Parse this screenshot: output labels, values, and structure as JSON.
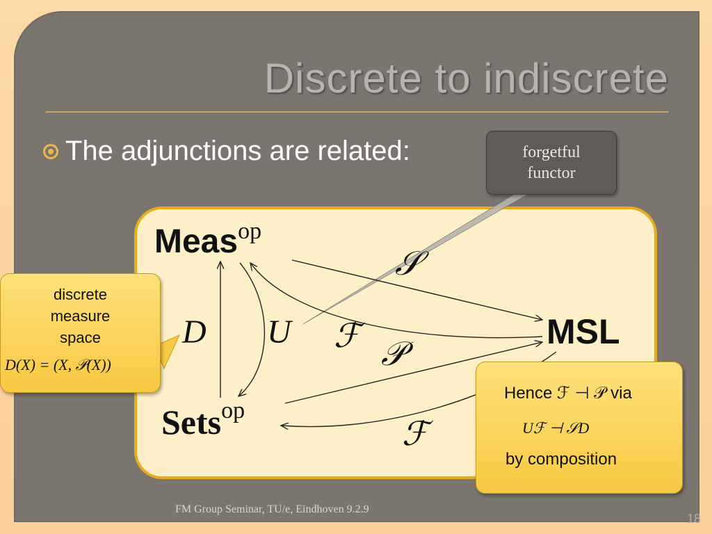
{
  "slide": {
    "title": "Discrete to indiscrete",
    "bullet": "The adjunctions are related:",
    "footer": "FM Group Seminar, TU/e, Eindhoven 9.2.9",
    "page_number": "18"
  },
  "callouts": {
    "forgetful": [
      "forgetful",
      "functor"
    ],
    "discrete": [
      "discrete",
      "measure",
      "space"
    ],
    "discrete_formula": "D(X) = (X, 𝒫(X))",
    "hence_line1": "Hence ℱ ⊣ 𝒫 via",
    "hence_line2": "Uℱ ⊣ 𝒮D",
    "hence_line3": "by composition"
  },
  "diagram": {
    "meas": "Meas",
    "msl": "MSL",
    "sets": "Sets",
    "op": "op",
    "arrows": {
      "S": "𝒮",
      "F_top": "ℱ",
      "P": "𝒫",
      "F_bottom": "ℱ",
      "D": "D",
      "U": "U"
    }
  },
  "colors": {
    "slide_bg": "#7a756f",
    "page_bg": "#fdd9a8",
    "diagram_bg": "#fdf0c9",
    "diagram_border": "#e8ab1d",
    "callout_yellow": "#f8c942",
    "bullet_accent": "#f0b84a"
  }
}
